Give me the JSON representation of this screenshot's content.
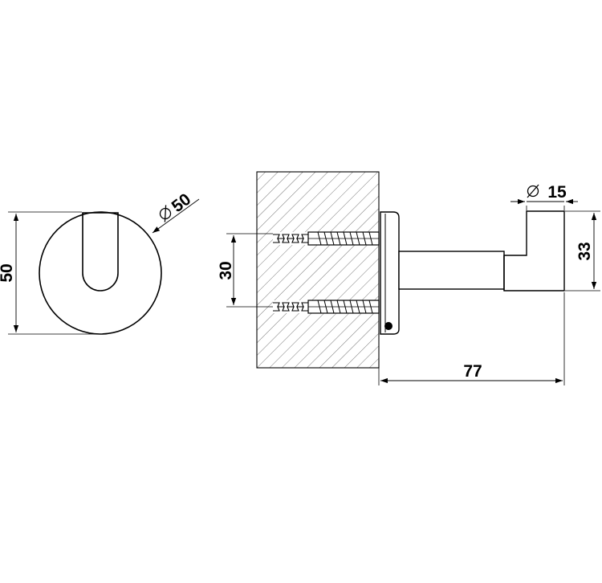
{
  "front_view": {
    "height_label": "50",
    "diameter_label": "50"
  },
  "side_view": {
    "screw_spacing_label": "30",
    "rod_diameter_label": "15",
    "hook_height_label": "33",
    "projection_label": "77"
  },
  "colors": {
    "line": "#000000",
    "hatch": "#555555",
    "background": "#ffffff"
  }
}
